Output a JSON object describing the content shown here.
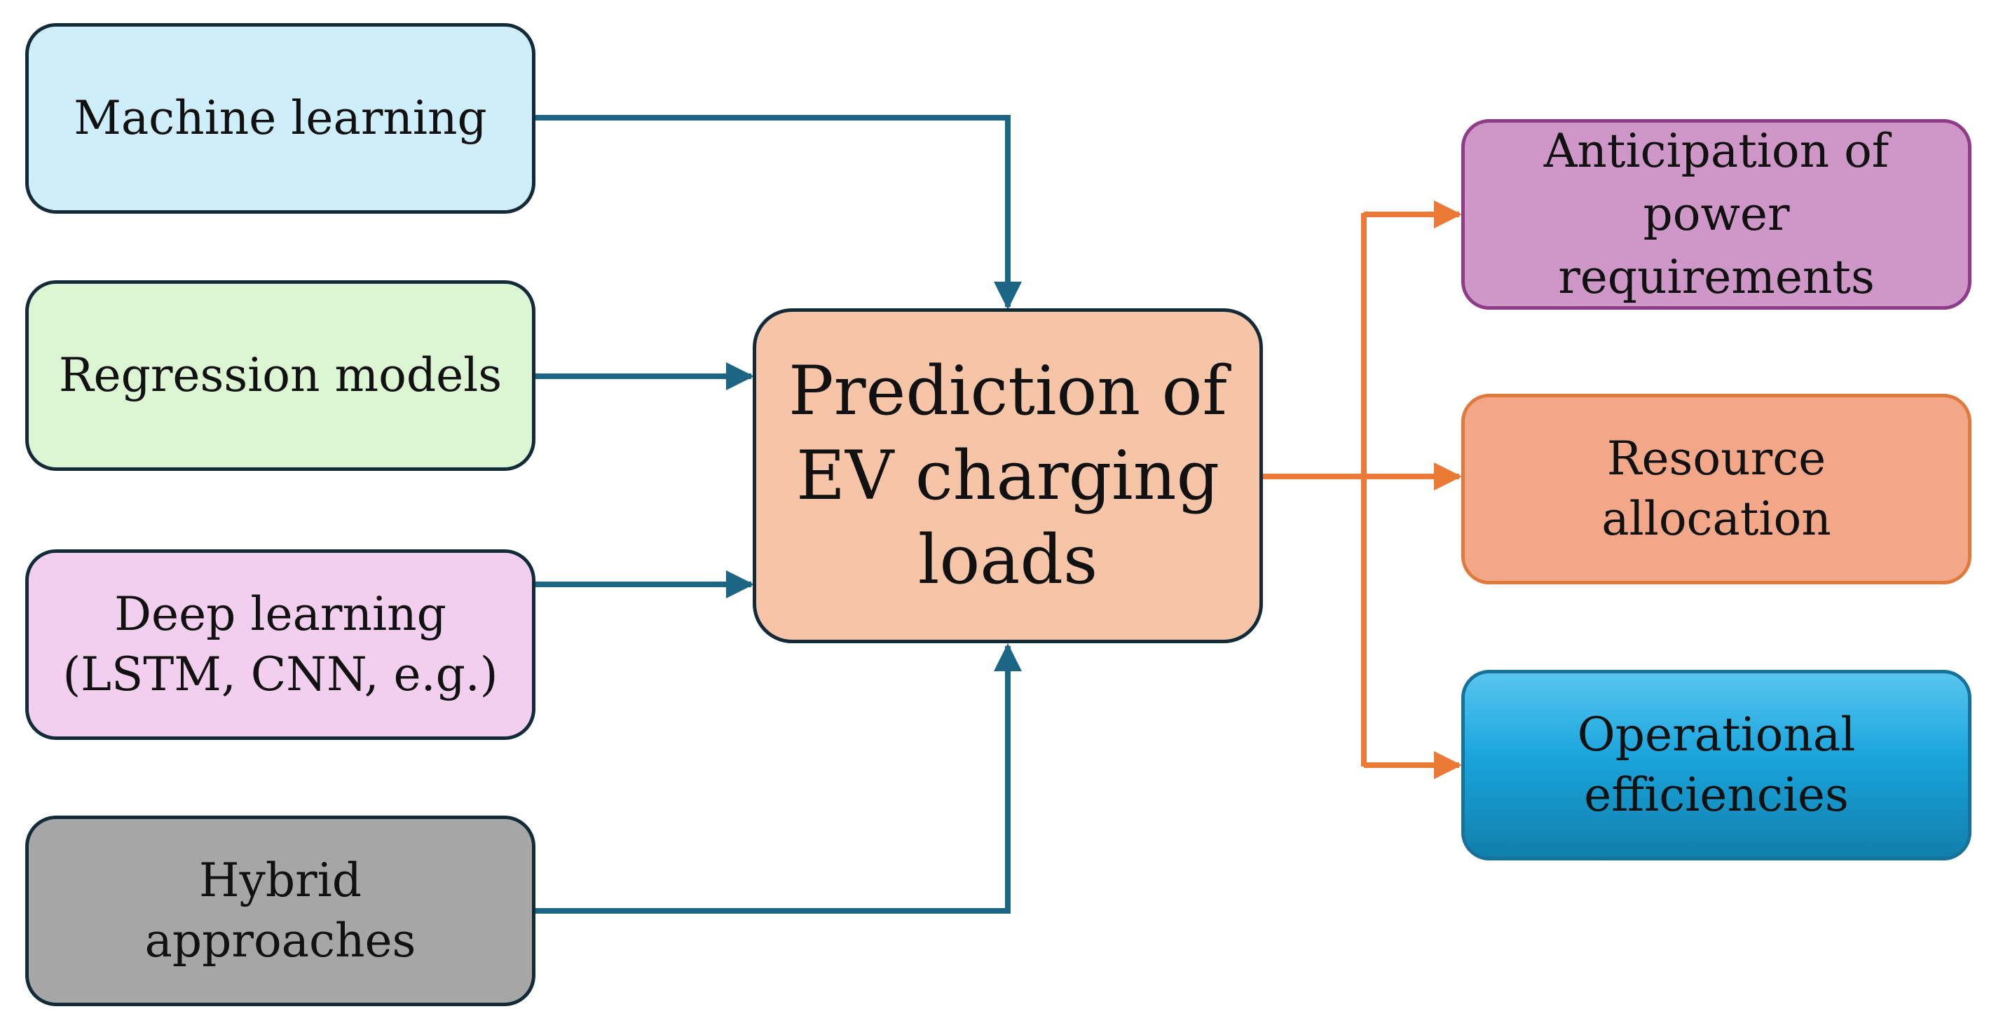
{
  "diagram": {
    "inputs": [
      {
        "id": "machine_learning",
        "label": "Machine learning"
      },
      {
        "id": "regression_models",
        "label": "Regression models"
      },
      {
        "id": "deep_learning",
        "label": "Deep learning\n(LSTM, CNN, e.g.)"
      },
      {
        "id": "hybrid_approaches",
        "label": "Hybrid\napproaches"
      }
    ],
    "center": {
      "id": "prediction",
      "label": "Prediction of\nEV charging\nloads"
    },
    "outputs": [
      {
        "id": "anticipation",
        "label": "Anticipation of\npower\nrequirements"
      },
      {
        "id": "resource_allocation",
        "label": "Resource\nallocation"
      },
      {
        "id": "operational_efficiencies",
        "label": "Operational\nefficiencies"
      }
    ],
    "colors": {
      "input_arrows": "#1d6585",
      "output_arrows": "#ea7a35",
      "box_border": "#132a38"
    },
    "edges": [
      {
        "from": "machine_learning",
        "to": "prediction"
      },
      {
        "from": "regression_models",
        "to": "prediction"
      },
      {
        "from": "deep_learning",
        "to": "prediction"
      },
      {
        "from": "hybrid_approaches",
        "to": "prediction"
      },
      {
        "from": "prediction",
        "to": "anticipation"
      },
      {
        "from": "prediction",
        "to": "resource_allocation"
      },
      {
        "from": "prediction",
        "to": "operational_efficiencies"
      }
    ]
  }
}
